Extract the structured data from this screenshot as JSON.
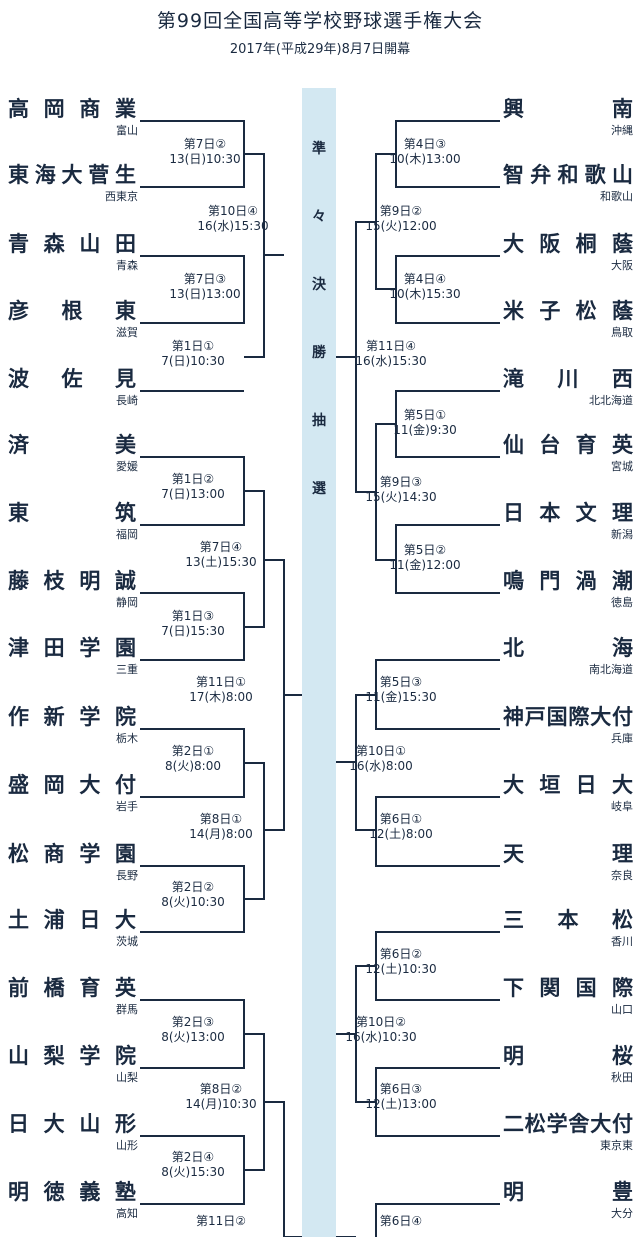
{
  "header": {
    "title": "第99回全国高等学校野球選手権大会",
    "subtitle": "2017年(平成29年)8月7日開幕"
  },
  "center_column": [
    "準",
    "々",
    "決",
    "勝",
    "抽",
    "選"
  ],
  "left_teams": [
    {
      "name": "高岡商業",
      "pref": "富山"
    },
    {
      "name": "東海大菅生",
      "pref": "西東京"
    },
    {
      "name": "青森山田",
      "pref": "青森"
    },
    {
      "name": "彦根東",
      "pref": "滋賀"
    },
    {
      "name": "波佐見",
      "pref": "長崎"
    },
    {
      "name": "済美",
      "pref": "愛媛"
    },
    {
      "name": "東筑",
      "pref": "福岡"
    },
    {
      "name": "藤枝明誠",
      "pref": "静岡"
    },
    {
      "name": "津田学園",
      "pref": "三重"
    },
    {
      "name": "作新学院",
      "pref": "栃木"
    },
    {
      "name": "盛岡大付",
      "pref": "岩手"
    },
    {
      "name": "松商学園",
      "pref": "長野"
    },
    {
      "name": "土浦日大",
      "pref": "茨城"
    },
    {
      "name": "前橋育英",
      "pref": "群馬"
    },
    {
      "name": "山梨学院",
      "pref": "山梨"
    },
    {
      "name": "日大山形",
      "pref": "山形"
    },
    {
      "name": "明徳義塾",
      "pref": "高知"
    }
  ],
  "right_teams": [
    {
      "name": "興南",
      "pref": "沖縄"
    },
    {
      "name": "智弁和歌山",
      "pref": "和歌山"
    },
    {
      "name": "大阪桐蔭",
      "pref": "大阪"
    },
    {
      "name": "米子松蔭",
      "pref": "鳥取"
    },
    {
      "name": "滝川西",
      "pref": "北北海道"
    },
    {
      "name": "仙台育英",
      "pref": "宮城"
    },
    {
      "name": "日本文理",
      "pref": "新潟"
    },
    {
      "name": "鳴門渦潮",
      "pref": "徳島"
    },
    {
      "name": "北海",
      "pref": "南北海道"
    },
    {
      "name": "神戸国際大付",
      "pref": "兵庫"
    },
    {
      "name": "大垣日大",
      "pref": "岐阜"
    },
    {
      "name": "天理",
      "pref": "奈良"
    },
    {
      "name": "三本松",
      "pref": "香川"
    },
    {
      "name": "下関国際",
      "pref": "山口"
    },
    {
      "name": "明桜",
      "pref": "秋田"
    },
    {
      "name": "二松学舎大付",
      "pref": "東京東"
    },
    {
      "name": "明豊",
      "pref": "大分"
    }
  ],
  "left_games": [
    {
      "day": "第7日②",
      "time": "13(日)10:30"
    },
    {
      "day": "第10日④",
      "time": "16(水)15:30"
    },
    {
      "day": "第7日③",
      "time": "13(日)13:00"
    },
    {
      "day": "第1日①",
      "time": "7(日)10:30"
    },
    {
      "day": "第1日②",
      "time": "7(日)13:00"
    },
    {
      "day": "第7日④",
      "time": "13(土)15:30"
    },
    {
      "day": "第1日③",
      "time": "7(日)15:30"
    },
    {
      "day": "第11日①",
      "time": "17(木)8:00"
    },
    {
      "day": "第2日①",
      "time": "8(火)8:00"
    },
    {
      "day": "第8日①",
      "time": "14(月)8:00"
    },
    {
      "day": "第2日②",
      "time": "8(火)10:30"
    },
    {
      "day": "第2日③",
      "time": "8(火)13:00"
    },
    {
      "day": "第8日②",
      "time": "14(月)10:30"
    },
    {
      "day": "第2日④",
      "time": "8(火)15:30"
    },
    {
      "day": "第11日②",
      "time": ""
    }
  ],
  "right_games": [
    {
      "day": "第4日③",
      "time": "10(木)13:00"
    },
    {
      "day": "第9日②",
      "time": "15(火)12:00"
    },
    {
      "day": "第4日④",
      "time": "10(木)15:30"
    },
    {
      "day": "第11日④",
      "time": "16(水)15:30"
    },
    {
      "day": "第5日①",
      "time": "11(金)9:30"
    },
    {
      "day": "第9日③",
      "time": "15(火)14:30"
    },
    {
      "day": "第5日②",
      "time": "11(金)12:00"
    },
    {
      "day": "第5日③",
      "time": "11(金)15:30"
    },
    {
      "day": "第10日①",
      "time": "16(水)8:00"
    },
    {
      "day": "第6日①",
      "time": "12(土)8:00"
    },
    {
      "day": "第6日②",
      "time": "12(土)10:30"
    },
    {
      "day": "第10日②",
      "time": "16(水)10:30"
    },
    {
      "day": "第6日③",
      "time": "12(土)13:00"
    },
    {
      "day": "第6日④",
      "time": ""
    }
  ]
}
